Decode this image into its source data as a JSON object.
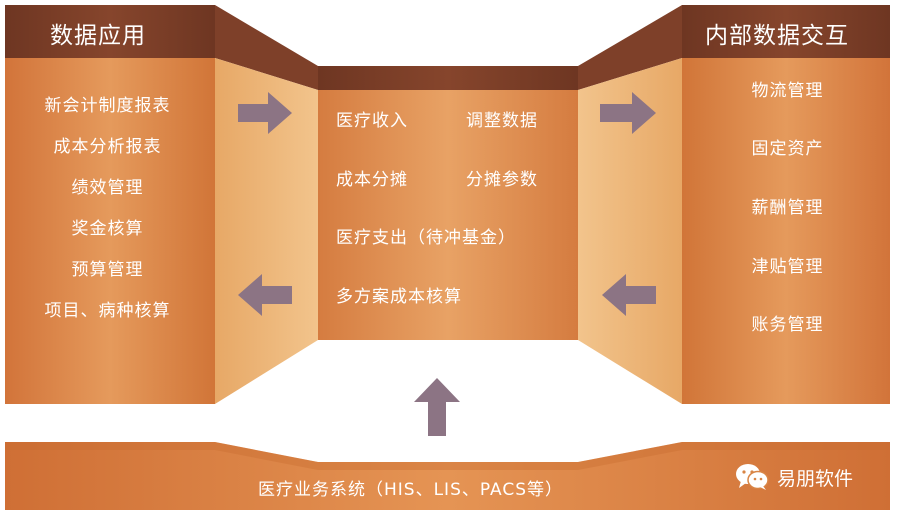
{
  "left_panel": {
    "title": "数据应用",
    "items": [
      "新会计制度报表",
      "成本分析报表",
      "绩效管理",
      "奖金核算",
      "预算管理",
      "项目、病种核算"
    ]
  },
  "center_panel": {
    "row1": [
      "医疗收入",
      "调整数据"
    ],
    "row2": [
      "成本分摊",
      "分摊参数"
    ],
    "row3": "医疗支出（待冲基金）",
    "row4": "多方案成本核算"
  },
  "right_panel": {
    "title": "内部数据交互",
    "items": [
      "物流管理",
      "固定资产",
      "薪酬管理",
      "津贴管理",
      "账务管理"
    ]
  },
  "bottom_bar": {
    "label": "医疗业务系统（HIS、LIS、PACS等）"
  },
  "watermark": {
    "label": "易朋软件",
    "icon": "wechat-icon"
  },
  "colors": {
    "header_dark": "#7a3c26",
    "panel_orange": "#dc8a4e",
    "panel_light": "#eab27a",
    "bottom_orange": "#d57a3e",
    "arrow_purple": "#8c7484"
  }
}
